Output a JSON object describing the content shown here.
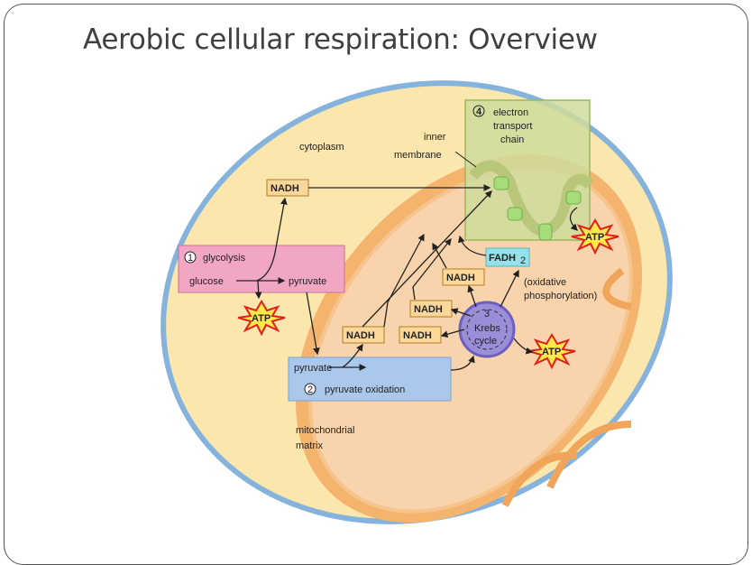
{
  "slide": {
    "title": "Aerobic cellular respiration:  Overview"
  },
  "diagram": {
    "cytoplasm": "cytoplasm",
    "inner_membrane": [
      "inner",
      "membrane"
    ],
    "step1": {
      "number": "1",
      "label": "glycolysis",
      "input": "glucose",
      "output": "pyruvate"
    },
    "step2": {
      "number": "2",
      "label": "pyruvate oxidation",
      "input": "pyruvate"
    },
    "step3": {
      "number": "3",
      "label": [
        "Krebs",
        "cycle"
      ]
    },
    "step4": {
      "number": "4",
      "label": [
        "electron",
        "transport",
        "chain"
      ]
    },
    "oxidative": [
      "(oxidative",
      "phosphorylation)"
    ],
    "matrix": [
      "mitochondrial",
      "matrix"
    ],
    "nadh": "NADH",
    "fadh2": "FADH",
    "fadh2_sub": "2",
    "atp": "ATP",
    "colors": {
      "cell_fill": "#fbe6ad",
      "cell_border": "#86b3dc",
      "mito_outer": "#f4b46e",
      "mito_inner": "#f8d3ab",
      "etc_box": "#cfdc9c",
      "glycolysis_box": "#f2a6c6",
      "pyruvate_box": "#aac8ec",
      "krebs": "#9a8ed8",
      "fadh2_box": "#93e2ea",
      "nadh_box": "#fbd79a"
    }
  }
}
